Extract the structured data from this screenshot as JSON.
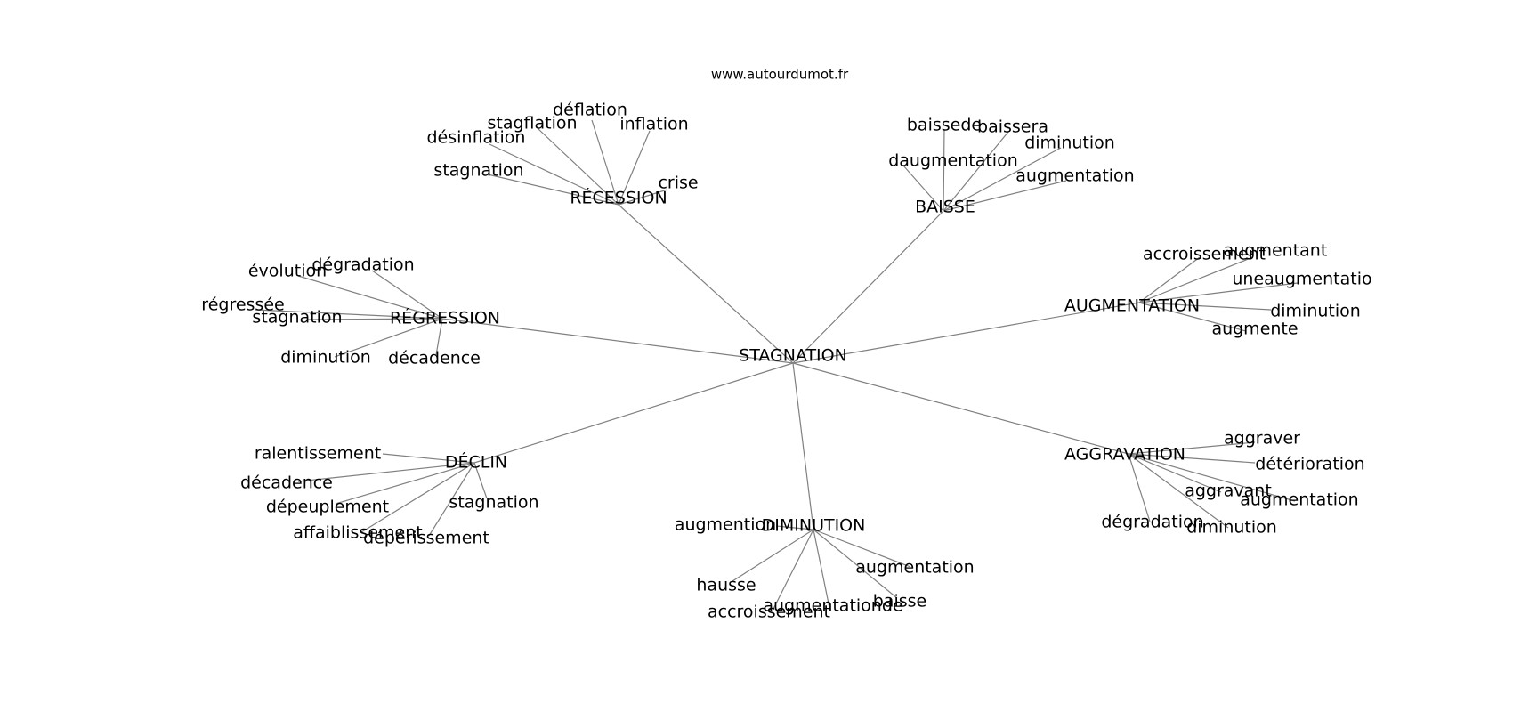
{
  "site": "www.autourdumot.fr",
  "center": "STAGNATION",
  "clusters": [
    {
      "id": "recession",
      "label": "RÉCESSION",
      "words": [
        "déflation",
        "stagflation",
        "inflation",
        "désinflation",
        "stagnation",
        "crise"
      ]
    },
    {
      "id": "baisse",
      "label": "BAISSE",
      "words": [
        "baissede",
        "baissera",
        "diminution",
        "daugmentation",
        "augmentation"
      ]
    },
    {
      "id": "augmentation",
      "label": "AUGMENTATION",
      "words": [
        "accroissement",
        "augmentant",
        "uneaugmentatio",
        "diminution",
        "augmente"
      ]
    },
    {
      "id": "aggravation",
      "label": "AGGRAVATION",
      "words": [
        "aggraver",
        "détérioration",
        "aggravant",
        "augmentation",
        "dégradation",
        "diminution"
      ]
    },
    {
      "id": "diminution",
      "label": "DIMINUTION",
      "words": [
        "augmention",
        "hausse",
        "augmentation",
        "baisse",
        "augmentationde",
        "accroissement"
      ]
    },
    {
      "id": "declin",
      "label": "DÉCLIN",
      "words": [
        "ralentissement",
        "décadence",
        "dépeuplement",
        "stagnation",
        "affaiblissement",
        "dépérissement"
      ]
    },
    {
      "id": "regression",
      "label": "RÉGRESSION",
      "words": [
        "dégradation",
        "évolution",
        "régressée",
        "stagnation",
        "diminution",
        "décadence"
      ]
    }
  ]
}
